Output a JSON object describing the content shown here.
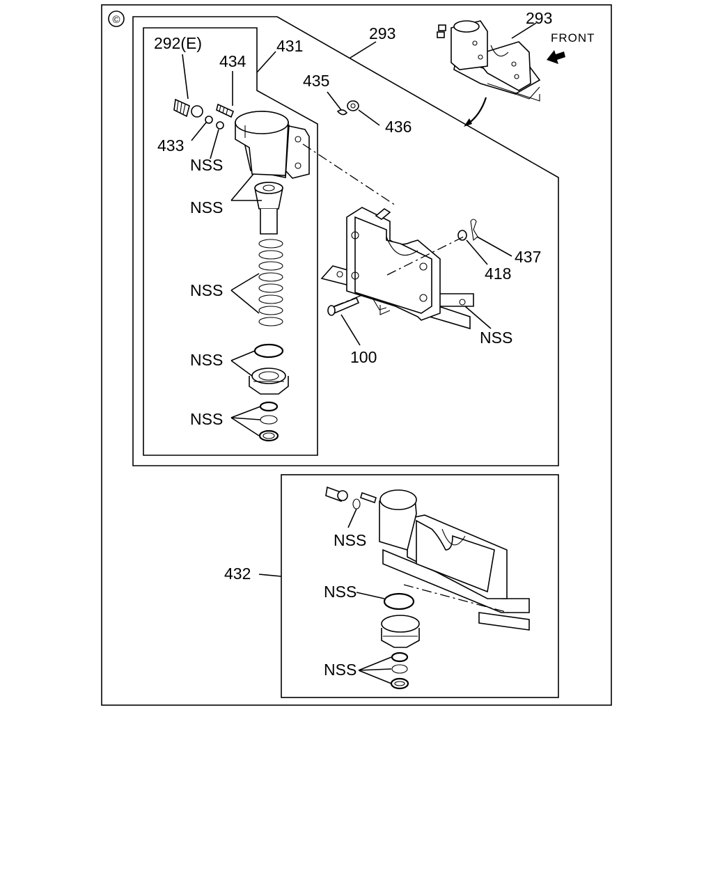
{
  "corner_symbol": "©",
  "front_label": "FRONT",
  "callouts": {
    "c292e": "292(E)",
    "c431": "431",
    "c434": "434",
    "c293_main": "293",
    "c293_inset": "293",
    "c435": "435",
    "c436": "436",
    "c433": "433",
    "c437": "437",
    "c418": "418",
    "c100": "100",
    "c432": "432",
    "nss": "NSS"
  },
  "colors": {
    "line": "#000000",
    "background": "#ffffff"
  }
}
